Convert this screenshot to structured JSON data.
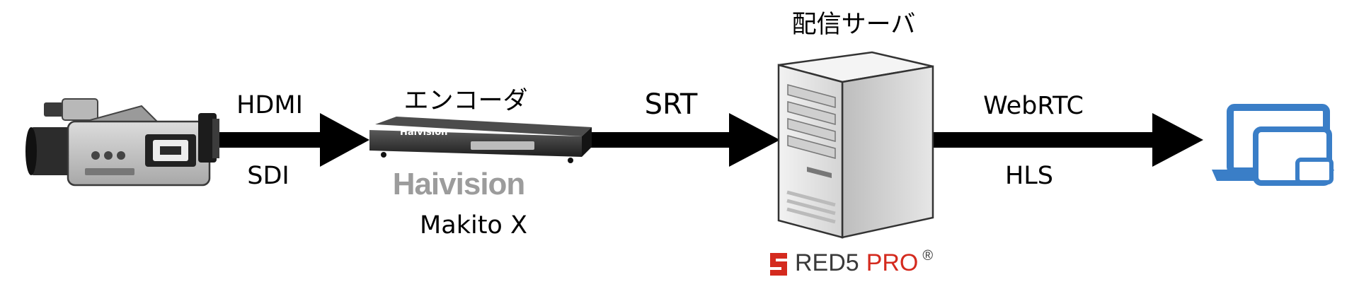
{
  "nodes": {
    "encoder_label": "エンコーダ",
    "encoder_brand": "Haivision",
    "encoder_model": "Makito X",
    "encoder_badge": "Haivision",
    "server_label": "配信サーバ",
    "server_logo_a": "RED5",
    "server_logo_b": "PRO",
    "server_logo_reg": "®"
  },
  "links": {
    "camera_to_encoder_top": "HDMI",
    "camera_to_encoder_bottom": "SDI",
    "encoder_to_server": "SRT",
    "server_to_devices_top": "WebRTC",
    "server_to_devices_bottom": "HLS"
  },
  "colors": {
    "arrow": "#000000",
    "devices": "#3a7ec7",
    "brand_gray": "#9c9c9c",
    "red5": "#d42a1e"
  },
  "icons": [
    "video-camera-icon",
    "encoder-device-icon",
    "server-tower-icon",
    "red5-logo-icon",
    "devices-icon"
  ]
}
